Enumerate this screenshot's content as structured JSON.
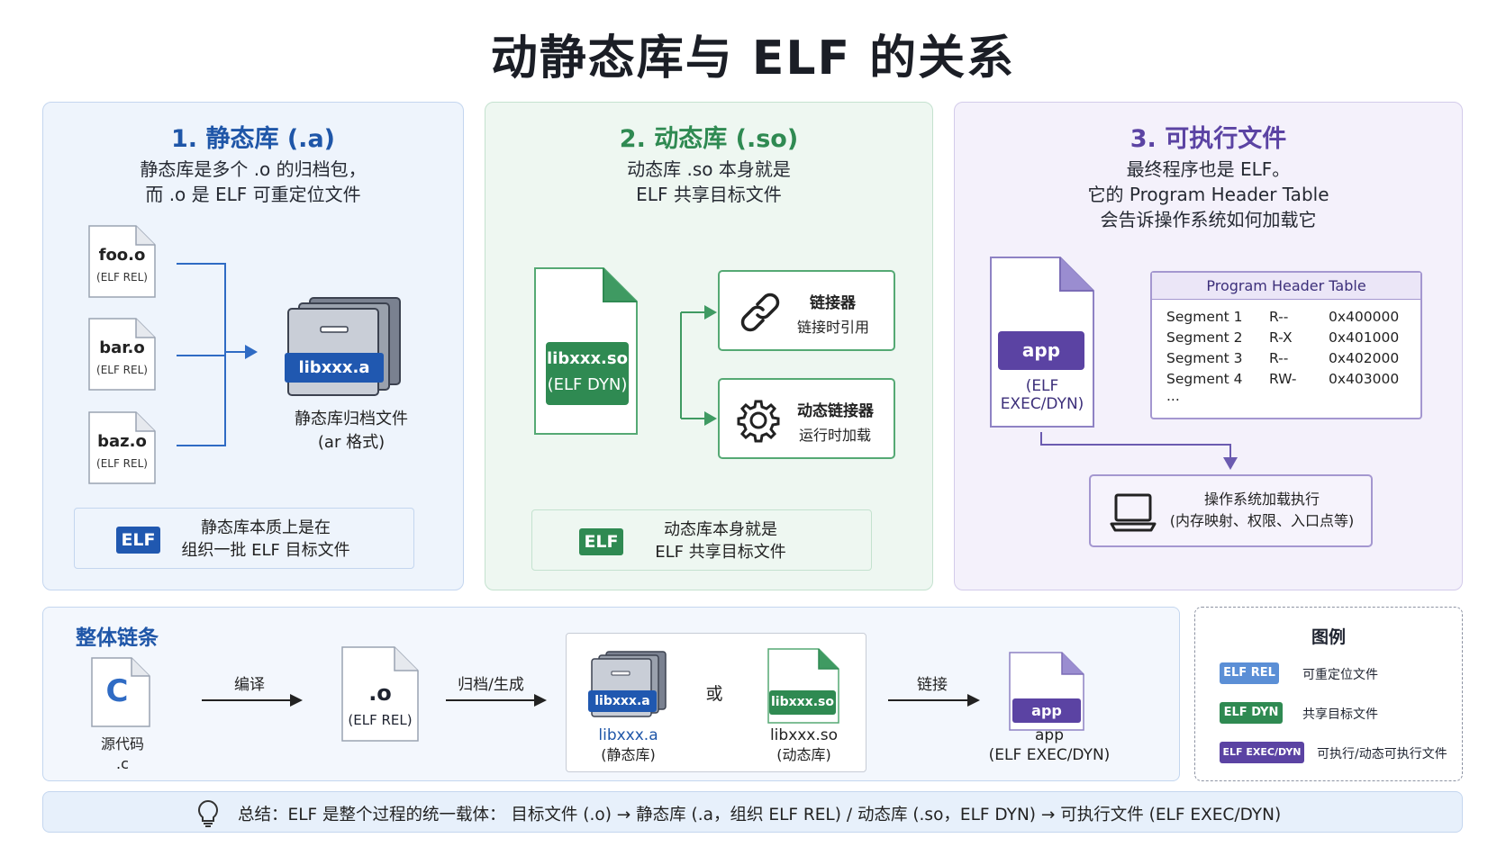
{
  "title": "动静态库与 ELF 的关系",
  "static": {
    "title": "1. 静态库 (.a)",
    "desc": [
      "静态库是多个 .o 的归档包，",
      "而 .o 是 ELF 可重定位文件"
    ],
    "files": [
      {
        "name": "foo.o",
        "type": "(ELF REL)"
      },
      {
        "name": "bar.o",
        "type": "(ELF REL)"
      },
      {
        "name": "baz.o",
        "type": "(ELF REL)"
      }
    ],
    "archive_label": "libxxx.a",
    "archive_caption": [
      "静态库归档文件",
      "(ar 格式)"
    ],
    "note_badge": "ELF",
    "note_text": [
      "静态库本质上是在",
      "组织一批 ELF 目标文件"
    ]
  },
  "dynamic": {
    "title": "2. 动态库 (.so)",
    "desc": [
      "动态库 .so 本身就是",
      "ELF 共享目标文件"
    ],
    "file_label": [
      "libxxx.so",
      "(ELF DYN)"
    ],
    "linker": {
      "title": "链接器",
      "sub": "链接时引用"
    },
    "dyn_linker": {
      "title": "动态链接器",
      "sub": "运行时加载"
    },
    "note_badge": "ELF",
    "note_text": [
      "动态库本身就是",
      "ELF 共享目标文件"
    ]
  },
  "exec": {
    "title": "3. 可执行文件",
    "desc": [
      "最终程序也是 ELF。",
      "它的 Program Header Table",
      "会告诉操作系统如何加载它"
    ],
    "app_label": "app",
    "app_type": "(ELF EXEC/DYN)",
    "pht_title": "Program Header Table",
    "segments": [
      {
        "name": "Segment 1",
        "perm": "R--",
        "addr": "0x400000"
      },
      {
        "name": "Segment 2",
        "perm": "R-X",
        "addr": "0x401000"
      },
      {
        "name": "Segment 3",
        "perm": "R--",
        "addr": "0x402000"
      },
      {
        "name": "Segment 4",
        "perm": "RW-",
        "addr": "0x403000"
      }
    ],
    "pht_more": "...",
    "os_text": [
      "操作系统加载执行",
      "(内存映射、权限、入口点等)"
    ]
  },
  "chain": {
    "title": "整体链条",
    "source_letter": "C",
    "source_caption": [
      "源代码",
      ".c"
    ],
    "step1": "编译",
    "obj_name": ".o",
    "obj_type": "(ELF REL)",
    "step2": "归档/生成",
    "a_label": "libxxx.a",
    "a_caption": [
      "libxxx.a",
      "(静态库)"
    ],
    "or": "或",
    "so_label": "libxxx.so",
    "so_caption": [
      "libxxx.so",
      "(动态库)"
    ],
    "step3": "链接",
    "app_label": "app",
    "app_caption": [
      "app",
      "(ELF EXEC/DYN)"
    ]
  },
  "legend": {
    "title": "图例",
    "items": [
      {
        "tag": "ELF REL",
        "text": "可重定位文件",
        "color": "#5b8fd6"
      },
      {
        "tag": "ELF DYN",
        "text": "共享目标文件",
        "color": "#2f8a52"
      },
      {
        "tag": "ELF EXEC/DYN",
        "text": "可执行/动态可执行文件",
        "color": "#5b43a3"
      }
    ]
  },
  "summary": "总结：ELF 是整个过程的统一载体：  目标文件 (.o) → 静态库 (.a，组织 ELF REL) / 动态库 (.so，ELF DYN) → 可执行文件 (ELF EXEC/DYN)",
  "colors": {
    "blue": "#2058b0",
    "green": "#2f8a52",
    "purple": "#5b43a3"
  }
}
